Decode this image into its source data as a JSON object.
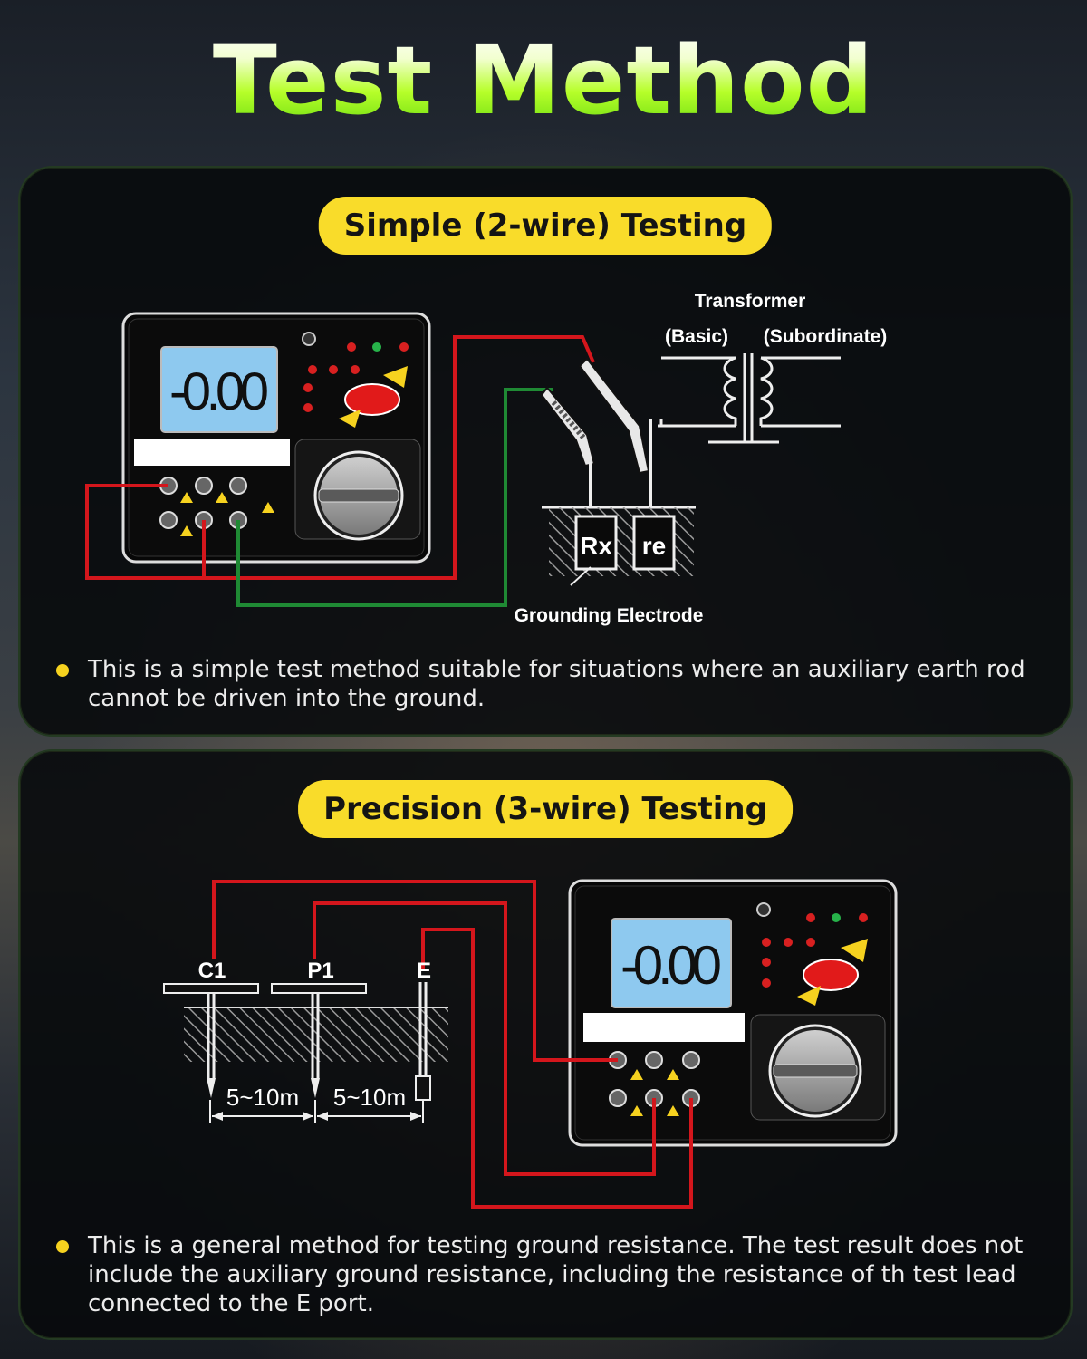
{
  "page_title": "Test Method",
  "simple": {
    "heading": "Simple (2-wire) Testing",
    "transformer_label": "Transformer",
    "basic_label": "(Basic)",
    "subordinate_label": "(Subordinate)",
    "rx_label": "Rx",
    "re_label": "re",
    "grounding_label": "Grounding Electrode",
    "note": "This is a simple test method suitable for situations where an auxiliary earth rod cannot be driven into the ground."
  },
  "precision": {
    "heading": "Precision (3-wire) Testing",
    "c1_label": "C1",
    "p1_label": "P1",
    "e_label": "E",
    "distance_1": "5~10m",
    "distance_2": "5~10m",
    "note": "This is a general method for testing ground resistance. The test result does not include the auxiliary ground resistance, including the resistance of th test lead connected to the E port."
  },
  "meter": {
    "display_value": "-0.00"
  },
  "colors": {
    "accent_yellow": "#f9dc2a",
    "title_green": "#9cf21e",
    "wire_red": "#d4161c",
    "wire_green": "#1f8a34",
    "lcd_blue": "#8ec9ef"
  }
}
